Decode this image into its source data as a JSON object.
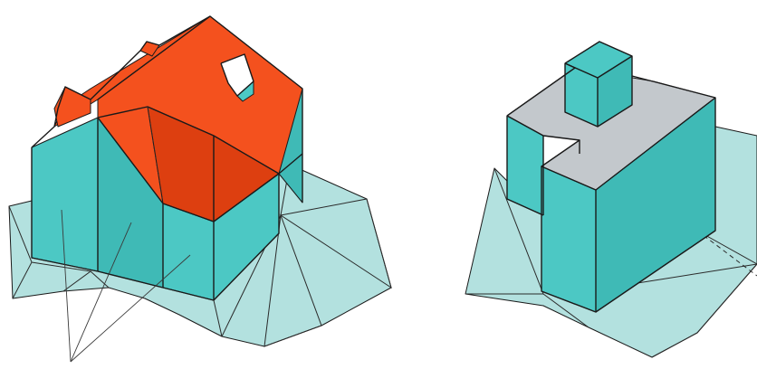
{
  "figure": {
    "colors": {
      "wall": "#4cc8c4",
      "wall_shade": "#3fbab6",
      "ground": "#a6dcd9",
      "ground_edge": "#2a2a2a",
      "roof": "#f4511e",
      "roof_dark": "#dd3f10",
      "flat_roof": "#c3c8cc",
      "outline": "#1a1a1a"
    },
    "panels": [
      {
        "id": "gabled-house",
        "roof_type": "gabled",
        "has_dormer": true,
        "has_wall_pointers": true,
        "pointer_count": 3
      },
      {
        "id": "block-building",
        "roof_type": "flat",
        "has_chimney": true
      }
    ]
  }
}
